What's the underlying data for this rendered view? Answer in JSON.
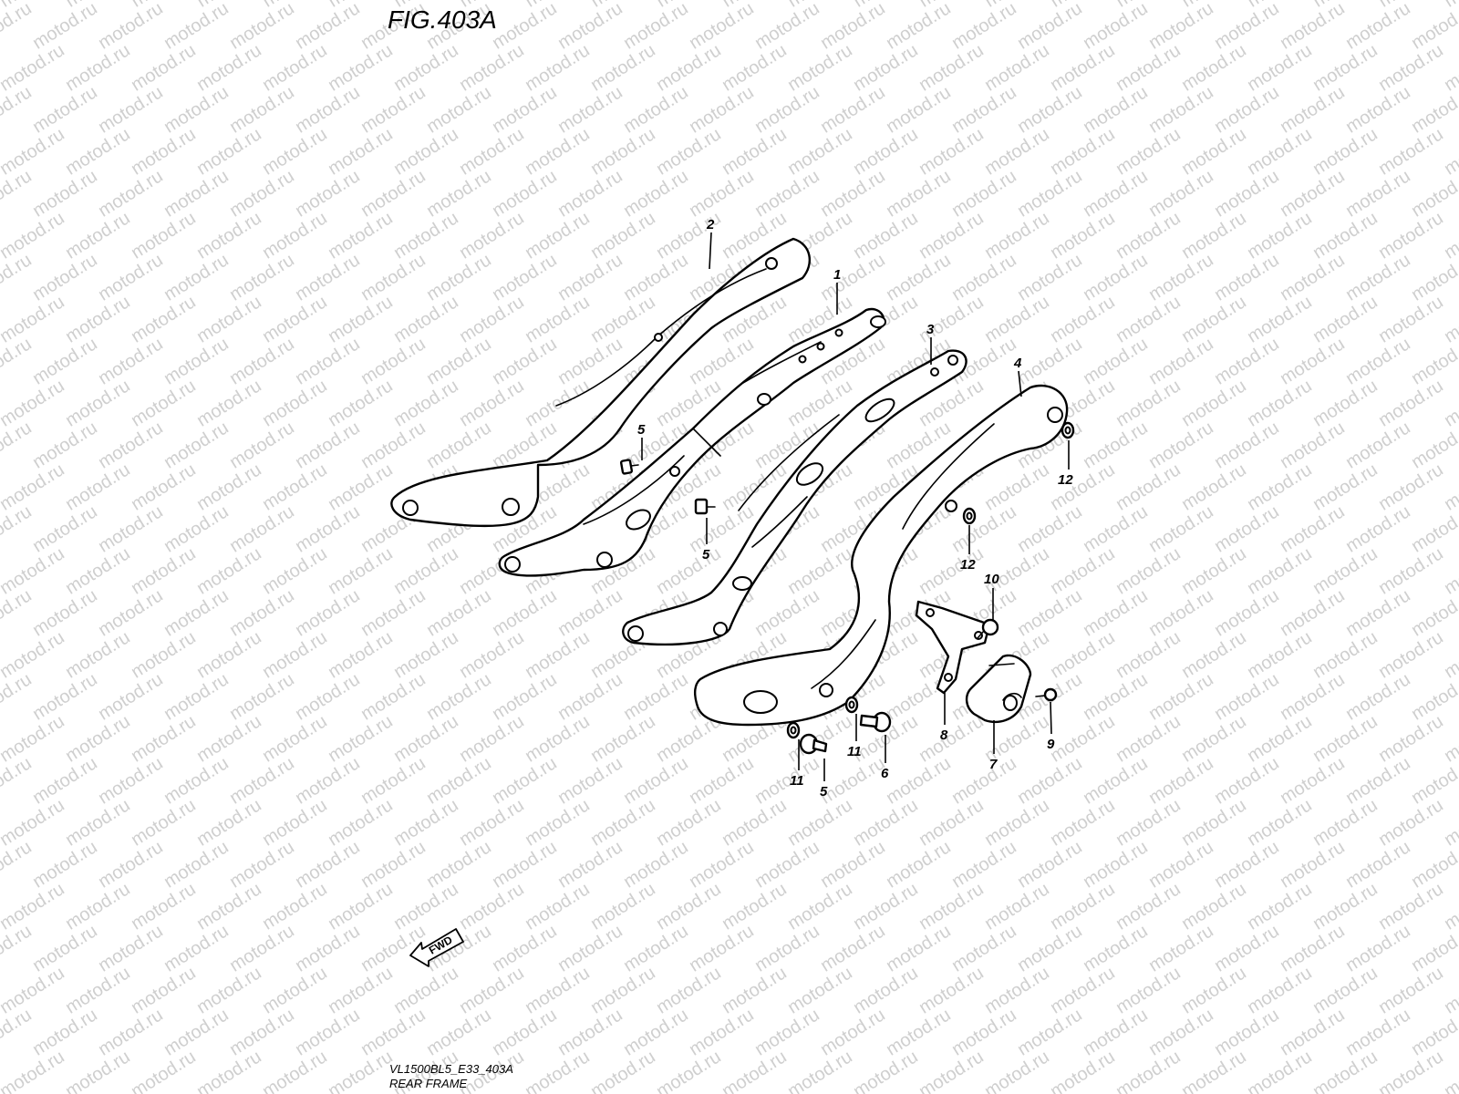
{
  "figure": {
    "title": "FIG.403A",
    "code": "VL1500BL5_E33_403A",
    "name": "REAR FRAME"
  },
  "watermark": {
    "text": "motod.ru"
  },
  "direction_marker": {
    "label": "FWD"
  },
  "callouts": [
    {
      "id": "c2",
      "label": "2"
    },
    {
      "id": "c1",
      "label": "1"
    },
    {
      "id": "c3",
      "label": "3"
    },
    {
      "id": "c4",
      "label": "4"
    },
    {
      "id": "c5a",
      "label": "5"
    },
    {
      "id": "c5b",
      "label": "5"
    },
    {
      "id": "c5c",
      "label": "5"
    },
    {
      "id": "c6",
      "label": "6"
    },
    {
      "id": "c7",
      "label": "7"
    },
    {
      "id": "c8",
      "label": "8"
    },
    {
      "id": "c9",
      "label": "9"
    },
    {
      "id": "c10",
      "label": "10"
    },
    {
      "id": "c11a",
      "label": "11"
    },
    {
      "id": "c11b",
      "label": "11"
    },
    {
      "id": "c12a",
      "label": "12"
    },
    {
      "id": "c12b",
      "label": "12"
    }
  ]
}
